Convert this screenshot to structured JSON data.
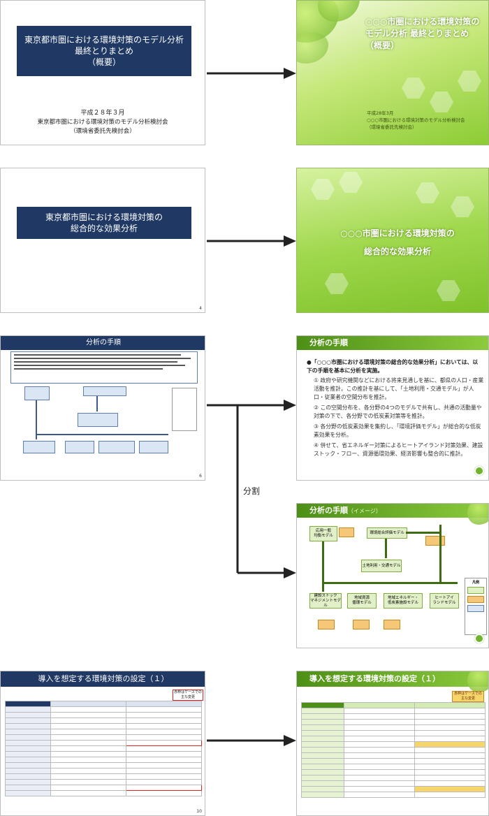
{
  "pair1": {
    "left": {
      "title": "東京都市圏における環境対策のモデル分析\n最終とりまとめ\n（概要）",
      "date": "平成２８年３月",
      "org": "東京都市圏における環境対策のモデル分析検討会",
      "secretariat": "（環境省委託先検討会）"
    },
    "right": {
      "title": "○○○市圏における環境対策の\nモデル分析 最終とりまとめ\n（概要）",
      "date": "平成28年3月",
      "org": "○○○市圏における環境対策のモデル分析検討会",
      "secretariat": "（環境省委託先検討会）"
    }
  },
  "pair2": {
    "left": {
      "title": "東京都市圏における環境対策の\n総合的な効果分析",
      "page": "4"
    },
    "right": {
      "title": "○○○市圏における環境対策の\n総合的な効果分析"
    }
  },
  "pair3": {
    "left": {
      "header": "分析の手順",
      "page": "6"
    },
    "right": {
      "header": "分析の手順",
      "intro": "「○○○市圏における環境対策の総合的な効果分析」においては、以下の手順を基本に分析を実施。",
      "steps": [
        "① 政府や研究機関などにおける将来見通しを基に、都県の人口・産業活動を推計。この推計を基にして、「土地利用・交通モデル」が人口・従業者の空間分布を推計。",
        "② この空間分布を、各分野の4つのモデルで共有し、共通の活動量や対策の下で、各分野での低炭素対策等を推計。",
        "③ 各分野の低炭素効果を集約し、「環境評価モデル」が総合的な低炭素効果を分析。",
        "④ 併せて、省エネルギー対策によるヒートアイランド対策効果、建設ストック・フロー、資源循環効果、経済影響も整合的に推計。"
      ]
    },
    "split_label": "分割",
    "image": {
      "header": "分析の手順",
      "header_tag": "（イメージ）",
      "boxes": [
        "応用一般\n均衡モデル",
        "環境総合評価モデル",
        "土地利用・交通モデル",
        "建設ストック\nマネジメントモデル",
        "地域資源\n循環モデル",
        "地域エネルギー・\n低炭素施設モデル",
        "ヒートアイ\nランドモデル"
      ],
      "legend_title": "凡例"
    }
  },
  "pair4": {
    "left": {
      "header": "導入を想定する環境対策の設定（１）",
      "page": "10",
      "callout": "赤枠はケースでの主な変更"
    },
    "right": {
      "header": "導入を想定する環境対策の設定（１）",
      "callout": "赤枠はケースでの主な変更"
    }
  },
  "colors": {
    "navy": "#1f3864",
    "green": "#6fb52c",
    "arrow": "#222222"
  }
}
